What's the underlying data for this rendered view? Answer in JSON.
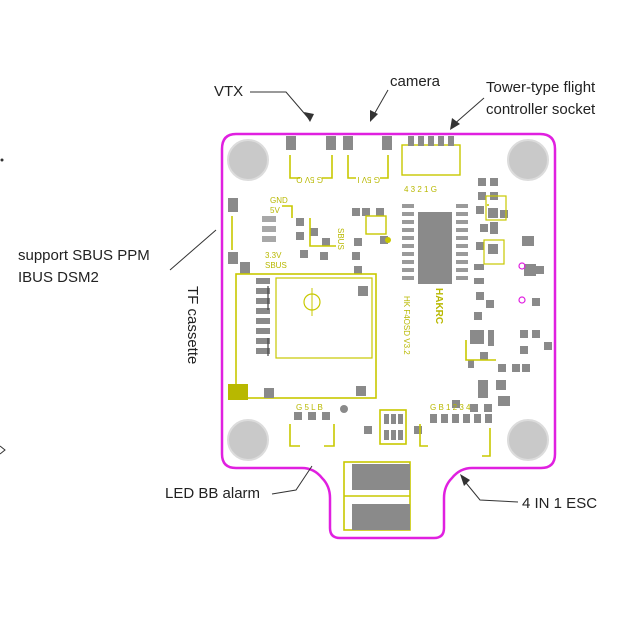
{
  "labels": {
    "vtx": "VTX",
    "camera": "camera",
    "tower_line1": "Tower-type flight",
    "tower_line2": "controller socket",
    "sbus_line1": "support SBUS PPM",
    "sbus_line2": "IBUS DSM2",
    "tf": "TF cassette",
    "led": "LED BB alarm",
    "esc": "4 IN 1 ESC"
  },
  "silkscreen": {
    "vtx_pins": "G 5V O",
    "cam_pins": "G 5V I",
    "socket_pins": "4 3 2 1 G",
    "gnd": "GND",
    "v5": "5V",
    "v33": "3.3V",
    "sbus": "SBUS",
    "sbus_v": "SBUS",
    "led_pins": "G 5 L B",
    "esc_pins": "G B 1 2 3 4",
    "model": "HK F4OSD V3.2",
    "brand": "HAKRC"
  },
  "colors": {
    "outline": "#e020e0",
    "silkscreen": "#c8c800",
    "pad": "#8a8a8a",
    "mount_hole": "#c9c9c9",
    "text": "#222222"
  }
}
